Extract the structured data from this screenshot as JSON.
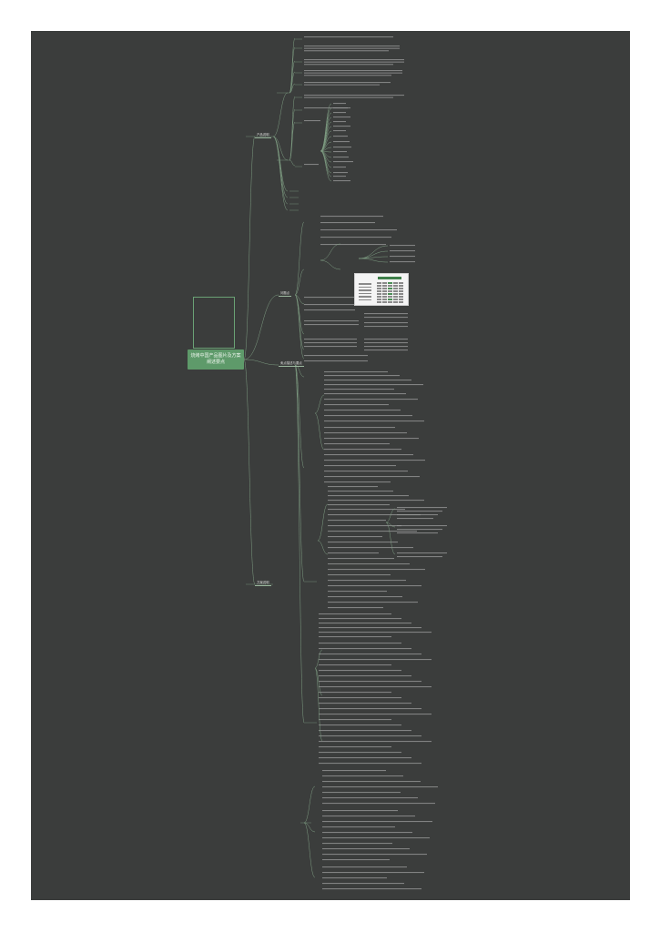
{
  "root": {
    "label": "烧烤中国产品图片及方案阐述要点"
  },
  "branches": [
    {
      "label": "产品说明"
    },
    {
      "label": "方案说明"
    },
    {
      "label": "问题点"
    },
    {
      "label": "卖点描述与要点"
    }
  ],
  "colors": {
    "canvas": "#3b3d3c",
    "accent": "#5e9a6a",
    "line": "#7f9e83",
    "text": "#c7c7c7"
  }
}
